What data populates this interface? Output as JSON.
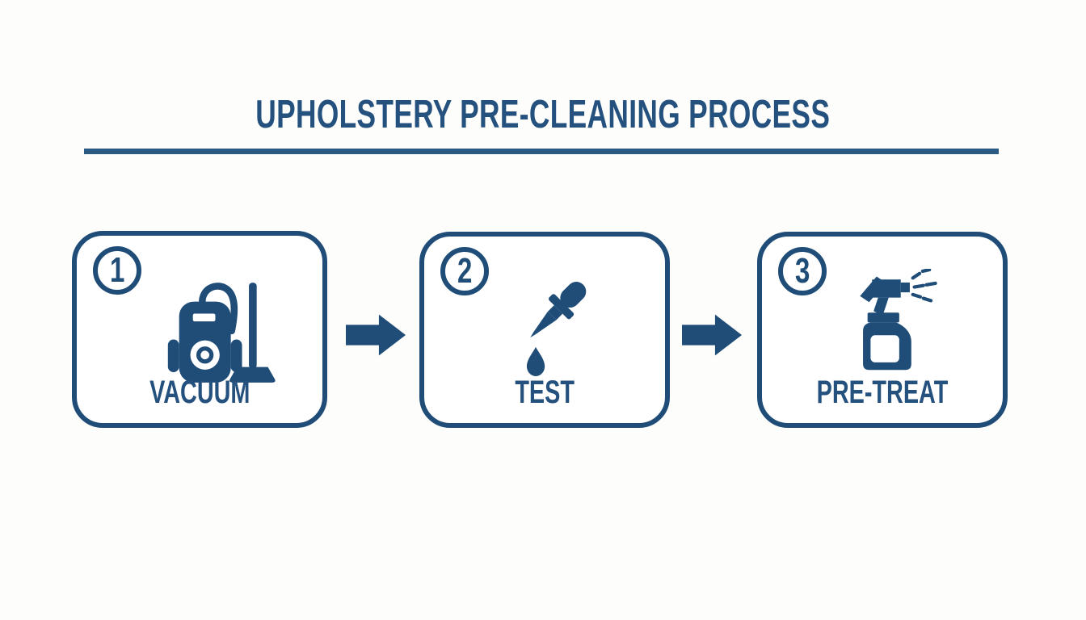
{
  "title": "UPHOLSTERY PRE-CLEANING PROCESS",
  "colors": {
    "primary": "#1f4d78",
    "title": "#24517e",
    "rule": "#2b5a85",
    "bg": "#fdfdfc"
  },
  "steps": [
    {
      "number": "1",
      "label": "VACUUM",
      "icon": "vacuum-cleaner-icon"
    },
    {
      "number": "2",
      "label": "TEST",
      "icon": "eyedropper-icon"
    },
    {
      "number": "3",
      "label": "PRE-TREAT",
      "icon": "spray-bottle-icon"
    }
  ],
  "connectors": [
    {
      "icon": "arrow-right-icon"
    },
    {
      "icon": "arrow-right-icon"
    }
  ]
}
